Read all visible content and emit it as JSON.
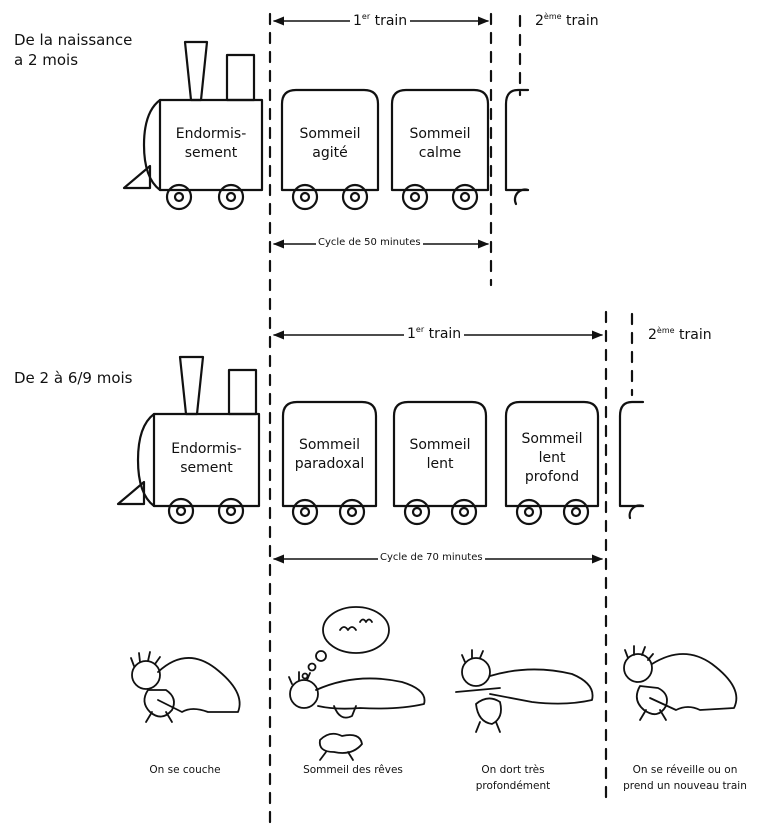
{
  "section1": {
    "age": "De la naissance\na 2 mois",
    "train1": {
      "label": "1",
      "sup": "er",
      "rest": " train"
    },
    "train2": {
      "label": "2",
      "sup": "ème",
      "rest": " train"
    },
    "loco": "Endormis-\nsement",
    "wagons": [
      "Sommeil\nagité",
      "Sommeil\ncalme"
    ],
    "cycle": "Cycle de 50 minutes"
  },
  "section2": {
    "age": "De 2 à 6/9 mois",
    "train1": {
      "label": "1",
      "sup": "er",
      "rest": " train"
    },
    "train2": {
      "label": "2",
      "sup": "ème",
      "rest": " train"
    },
    "loco": "Endormis-\nsement",
    "wagons": [
      "Sommeil\nparadoxal",
      "Sommeil\nlent",
      "Sommeil\nlent\nprofond"
    ],
    "cycle": "Cycle de 70 minutes"
  },
  "captions": [
    "On se couche",
    "Sommeil des rêves",
    "On dort très\nprofondément",
    "On se réveille ou on\nprend un nouveau train"
  ],
  "colors": {
    "ink": "#111111",
    "paper": "#ffffff"
  }
}
